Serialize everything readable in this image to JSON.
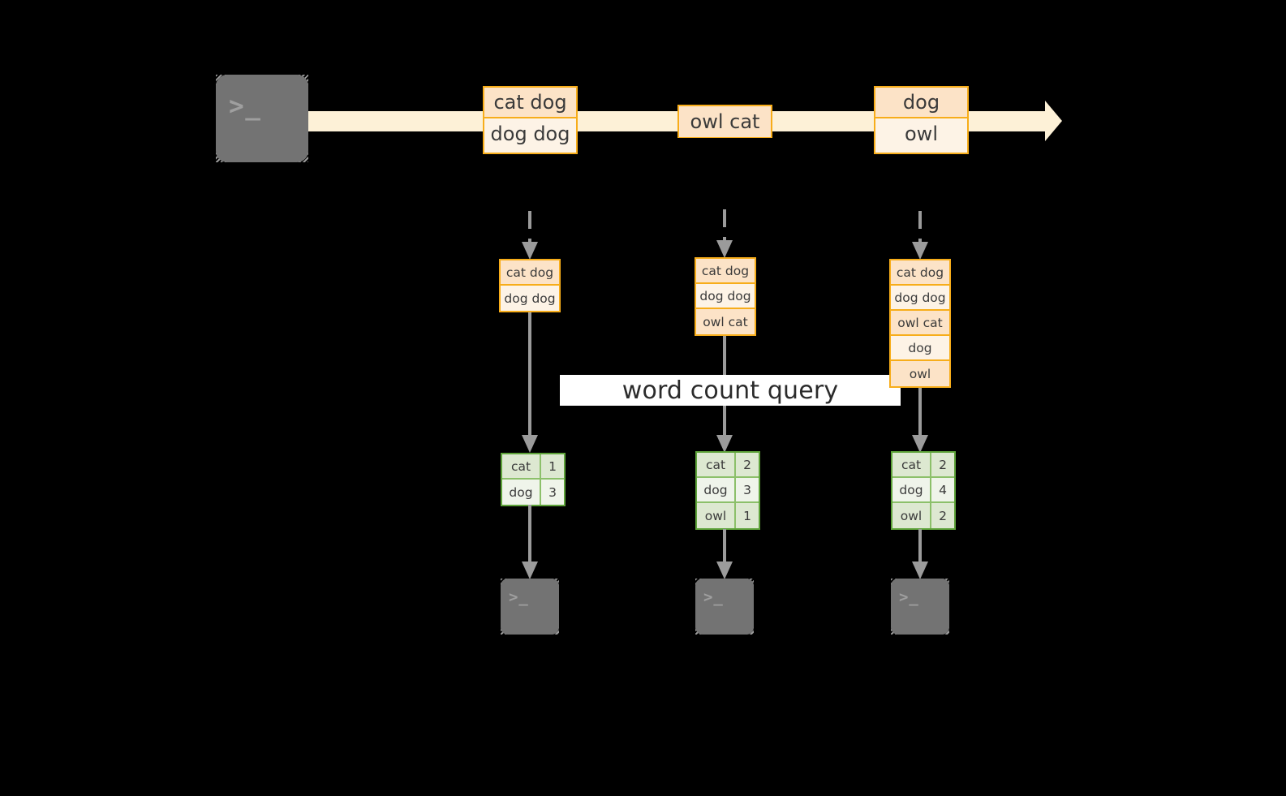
{
  "diagram": {
    "title_banner": "word count query",
    "stream": {
      "source_icon": "terminal-icon",
      "source_glyph": ">_",
      "sink_icon": "terminal-icon",
      "sink_glyph": ">_",
      "arrow_direction": "right",
      "band_color": "#fdf1d7",
      "record_border_color": "#f7ad1a",
      "record_fill_shade": "#fce3c7",
      "record_fill_light": "#fdf3e6",
      "result_border_color": "#5ea33a",
      "result_fill_shade": "#dde8d1",
      "result_fill_light": "#eff4ea",
      "connector_color": "#9b9b9b",
      "groups": [
        {
          "name": "batch-1",
          "lines": [
            "cat dog",
            "dog dog"
          ]
        },
        {
          "name": "batch-2",
          "lines": [
            "owl cat"
          ]
        },
        {
          "name": "batch-3",
          "lines": [
            "dog",
            "owl"
          ]
        }
      ]
    },
    "stages": [
      {
        "name": "stage-1",
        "accumulated": [
          "cat dog",
          "dog dog"
        ],
        "counts": [
          {
            "word": "cat",
            "count": "1"
          },
          {
            "word": "dog",
            "count": "3"
          }
        ],
        "output_icon": "terminal-icon",
        "output_glyph": ">_"
      },
      {
        "name": "stage-2",
        "accumulated": [
          "cat dog",
          "dog dog",
          "owl cat"
        ],
        "counts": [
          {
            "word": "cat",
            "count": "2"
          },
          {
            "word": "dog",
            "count": "3"
          },
          {
            "word": "owl",
            "count": "1"
          }
        ],
        "output_icon": "terminal-icon",
        "output_glyph": ">_"
      },
      {
        "name": "stage-3",
        "accumulated": [
          "cat dog",
          "dog dog",
          "owl cat",
          "dog",
          "owl"
        ],
        "counts": [
          {
            "word": "cat",
            "count": "2"
          },
          {
            "word": "dog",
            "count": "4"
          },
          {
            "word": "owl",
            "count": "2"
          }
        ],
        "output_icon": "terminal-icon",
        "output_glyph": ">_"
      }
    ]
  }
}
